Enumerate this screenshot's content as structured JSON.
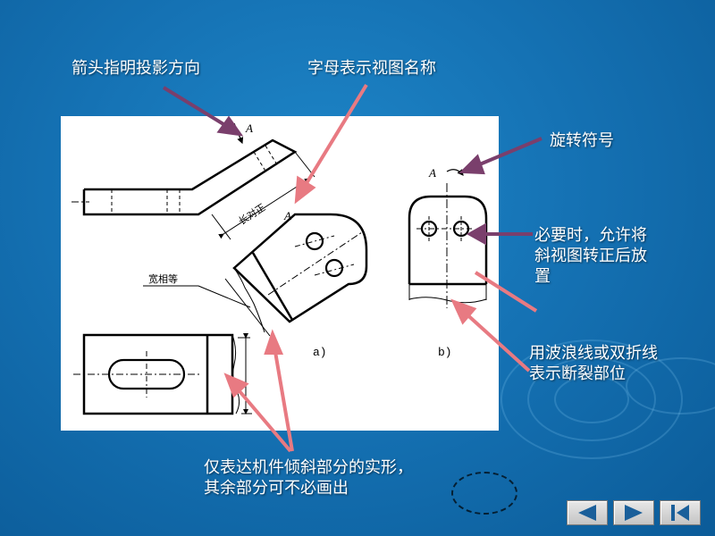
{
  "annotations": {
    "arrow_direction": "箭头指明投影方向",
    "letter_name": "字母表示视图名称",
    "rotation_symbol": "旋转符号",
    "rotate_note": [
      "必要时，允许将",
      "斜视图转正后放",
      "置"
    ],
    "break_note": [
      "用波浪线或双折线",
      "表示断裂部位"
    ],
    "partial_note": [
      "仅表达机件倾斜部分的实形，",
      "其余部分可不必画出"
    ]
  },
  "drawing": {
    "view_letter": "A",
    "view_letter_b": "A",
    "rotated_letter": "A",
    "parallel_dim": "长对正",
    "width_dim": "宽相等",
    "label_a": "a)",
    "label_b": "b)"
  },
  "nav": {
    "prev_icon": "left-triangle-icon",
    "next_icon": "right-triangle-icon",
    "end_icon": "end-bar-icon"
  },
  "colors": {
    "background": "#1572b4",
    "arrow_red": "#e87a82",
    "arrow_purple": "#7a3f6c"
  }
}
